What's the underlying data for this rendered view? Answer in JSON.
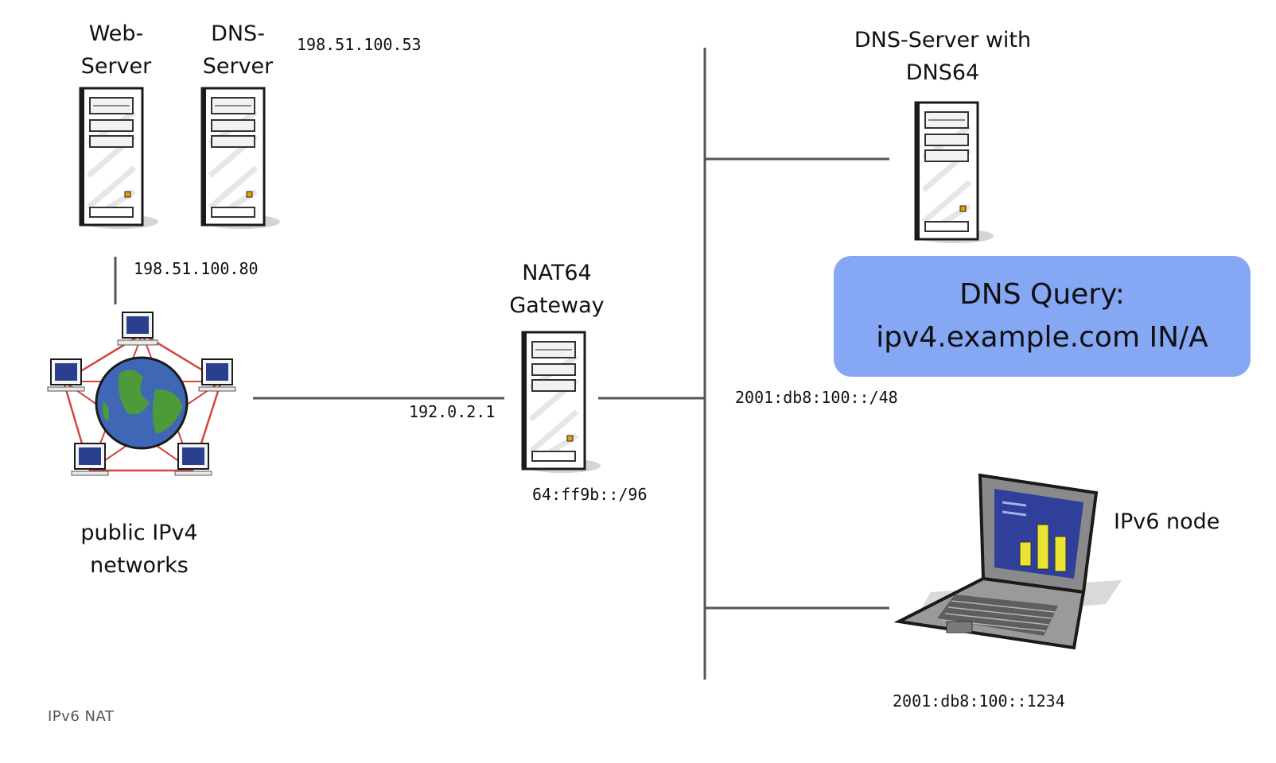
{
  "caption": "IPv6 NAT",
  "nodes": {
    "web_server": {
      "label_line1": "Web-",
      "label_line2": "Server"
    },
    "dns_server": {
      "label_line1": "DNS-",
      "label_line2": "Server"
    },
    "dns64_server": {
      "label_line1": "DNS-Server with",
      "label_line2": "DNS64"
    },
    "nat64_gateway": {
      "label_line1": "NAT64",
      "label_line2": "Gateway"
    },
    "ipv4_networks": {
      "label_line1": "public IPv4",
      "label_line2": "networks"
    },
    "ipv6_node": {
      "label": "IPv6 node"
    }
  },
  "addresses": {
    "dns_server_ip": "198.51.100.53",
    "web_server_ip": "198.51.100.80",
    "gateway_ipv4": "192.0.2.1",
    "gateway_prefix": "64:ff9b::/96",
    "ipv6_network": "2001:db8:100::/48",
    "ipv6_node_ip": "2001:db8:100::1234"
  },
  "query": {
    "line1": "DNS Query:",
    "line2": "ipv4.example.com IN/A",
    "color": "#85a7f4"
  },
  "icons": [
    "server-icon",
    "globe-network-icon",
    "laptop-icon"
  ]
}
